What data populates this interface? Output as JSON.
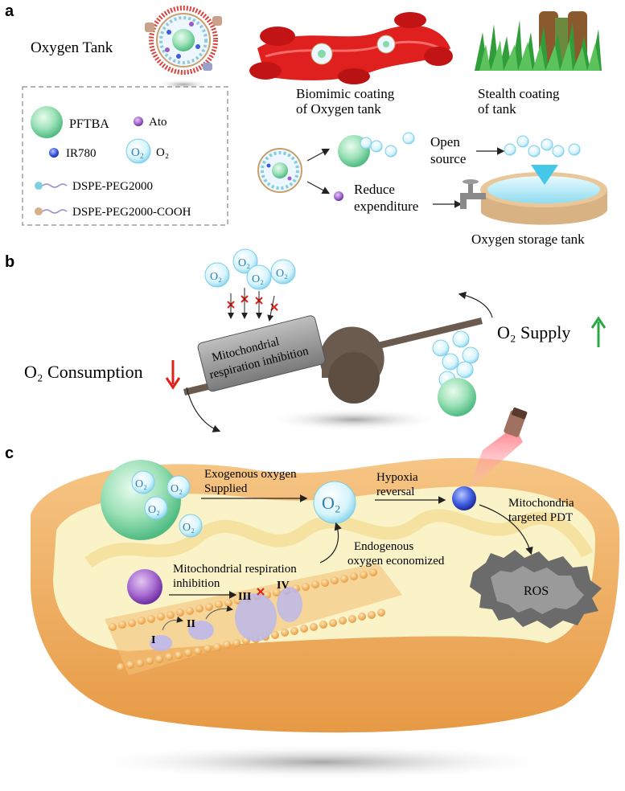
{
  "panels": {
    "a": {
      "letter": "a",
      "oxygen_tank_label": "Oxygen Tank",
      "legend": {
        "pftba": "PFTBA",
        "ato": "Ato",
        "ir780": "IR780",
        "o2_symbol": "O",
        "o2_sub": "2",
        "o2_label": "O₂",
        "dspe_peg": "DSPE-PEG2000",
        "dspe_peg_cooh": "DSPE-PEG2000-COOH"
      },
      "biomimic_line1": "Biomimic coating",
      "biomimic_line2": "of Oxygen tank",
      "stealth_line1": "Stealth coating",
      "stealth_line2": "of tank",
      "open_line1": "Open",
      "open_line2": "source",
      "reduce_line1": "Reduce",
      "reduce_line2": "expenditure",
      "storage_label": "Oxygen storage tank"
    },
    "b": {
      "letter": "b",
      "mito_line1": "Mitochondrial",
      "mito_line2": "respiration inhibition",
      "consumption": "O₂ Consumption",
      "supply": "O₂ Supply"
    },
    "c": {
      "letter": "c",
      "exo_line1": "Exogenous oxygen",
      "exo_line2": "Supplied",
      "hypoxia_line1": "Hypoxia",
      "hypoxia_line2": "reversal",
      "mito_pdt_line1": "Mitochondria",
      "mito_pdt_line2": "targeted PDT",
      "endo_line1": "Endogenous",
      "endo_line2": "oxygen economized",
      "mito_resp_line1": "Mitochondrial respiration",
      "mito_resp_line2": "inhibition",
      "ros": "ROS",
      "complex_1": "I",
      "complex_2": "II",
      "complex_3": "III",
      "complex_4": "IV"
    }
  },
  "colors": {
    "pftba_green": "#86d9a8",
    "ato_purple": "#9b59c9",
    "ir780_blue": "#3d5ce0",
    "o2_cyan": "#c8f0fb",
    "o2_text": "#2a7fb8",
    "membrane_orange": "#f0b464",
    "matrix_yellow": "#fbf3c8",
    "red_arrow": "#e0201a",
    "green_arrow": "#2aa84a",
    "blood_red": "#d81e1e",
    "grass_green": "#2f9e3a",
    "beam_brown": "#6b5a4e"
  },
  "icons": [
    "arrow-icon",
    "o2-bubble-icon",
    "laser-icon",
    "faucet-icon",
    "x-mark-icon"
  ]
}
